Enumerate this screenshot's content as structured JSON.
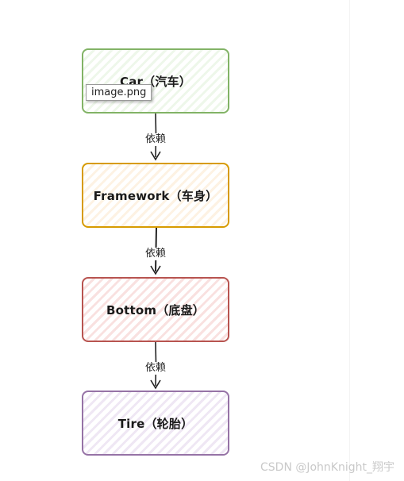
{
  "nodes": [
    {
      "label": "Car（汽车）",
      "stroke": "#82b366"
    },
    {
      "label": "Framework（车身）",
      "stroke": "#d79b00"
    },
    {
      "label": "Bottom（底盘）",
      "stroke": "#b85450"
    },
    {
      "label": "Tire（轮胎）",
      "stroke": "#9673a6"
    }
  ],
  "edges": [
    {
      "label": "依赖"
    },
    {
      "label": "依赖"
    },
    {
      "label": "依赖"
    }
  ],
  "tooltip": {
    "text": "image.png"
  },
  "watermark": {
    "text": "CSDN @JohnKnight_翔宇"
  }
}
